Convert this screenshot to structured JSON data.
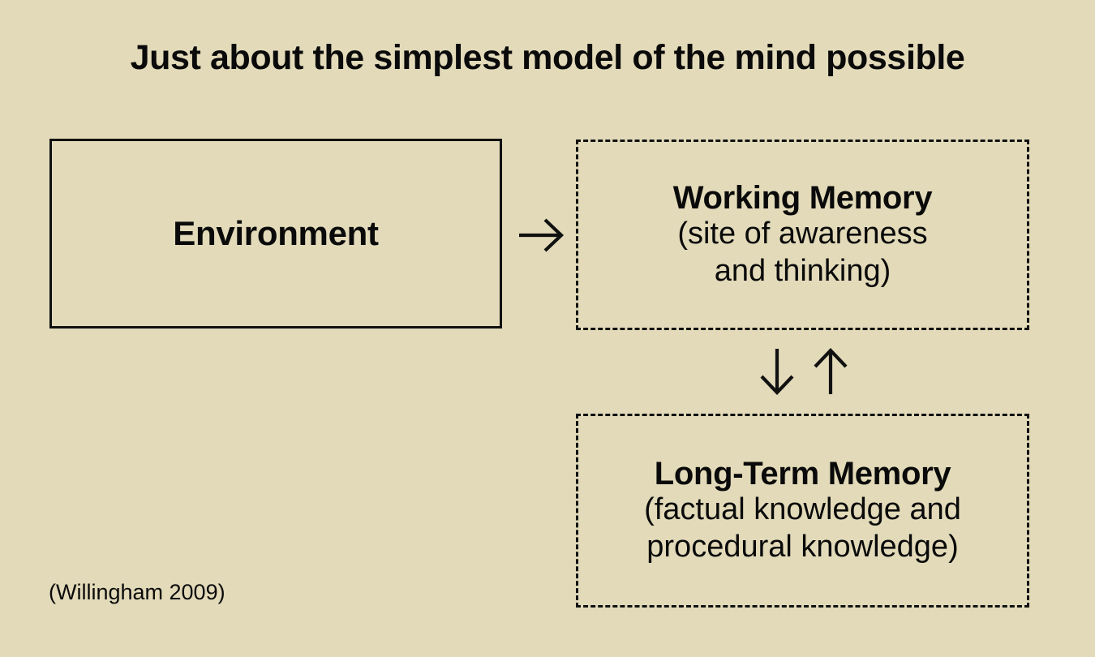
{
  "slide": {
    "title": "Just about the simplest model of the mind possible",
    "background_color": "#e2dab9",
    "ink_color": "#111111",
    "citation": "(Willingham 2009)"
  },
  "diagram": {
    "nodes": [
      {
        "id": "environment",
        "heading": "Environment",
        "sublines": [],
        "border": "solid"
      },
      {
        "id": "working-memory",
        "heading": "Working Memory",
        "sublines": [
          "(site of awareness",
          "and thinking)"
        ],
        "border": "dashed"
      },
      {
        "id": "long-term-memory",
        "heading": "Long-Term Memory",
        "sublines": [
          "(factual knowledge and",
          "procedural knowledge)"
        ],
        "border": "dashed"
      }
    ],
    "arrows": [
      {
        "id": "env-to-wm",
        "glyph": "→",
        "direction": "right",
        "from": "environment",
        "to": "working-memory"
      },
      {
        "id": "wm-to-ltm",
        "glyph": "↓",
        "direction": "down",
        "from": "working-memory",
        "to": "long-term-memory"
      },
      {
        "id": "ltm-to-wm",
        "glyph": "↑",
        "direction": "up",
        "from": "long-term-memory",
        "to": "working-memory"
      }
    ]
  }
}
